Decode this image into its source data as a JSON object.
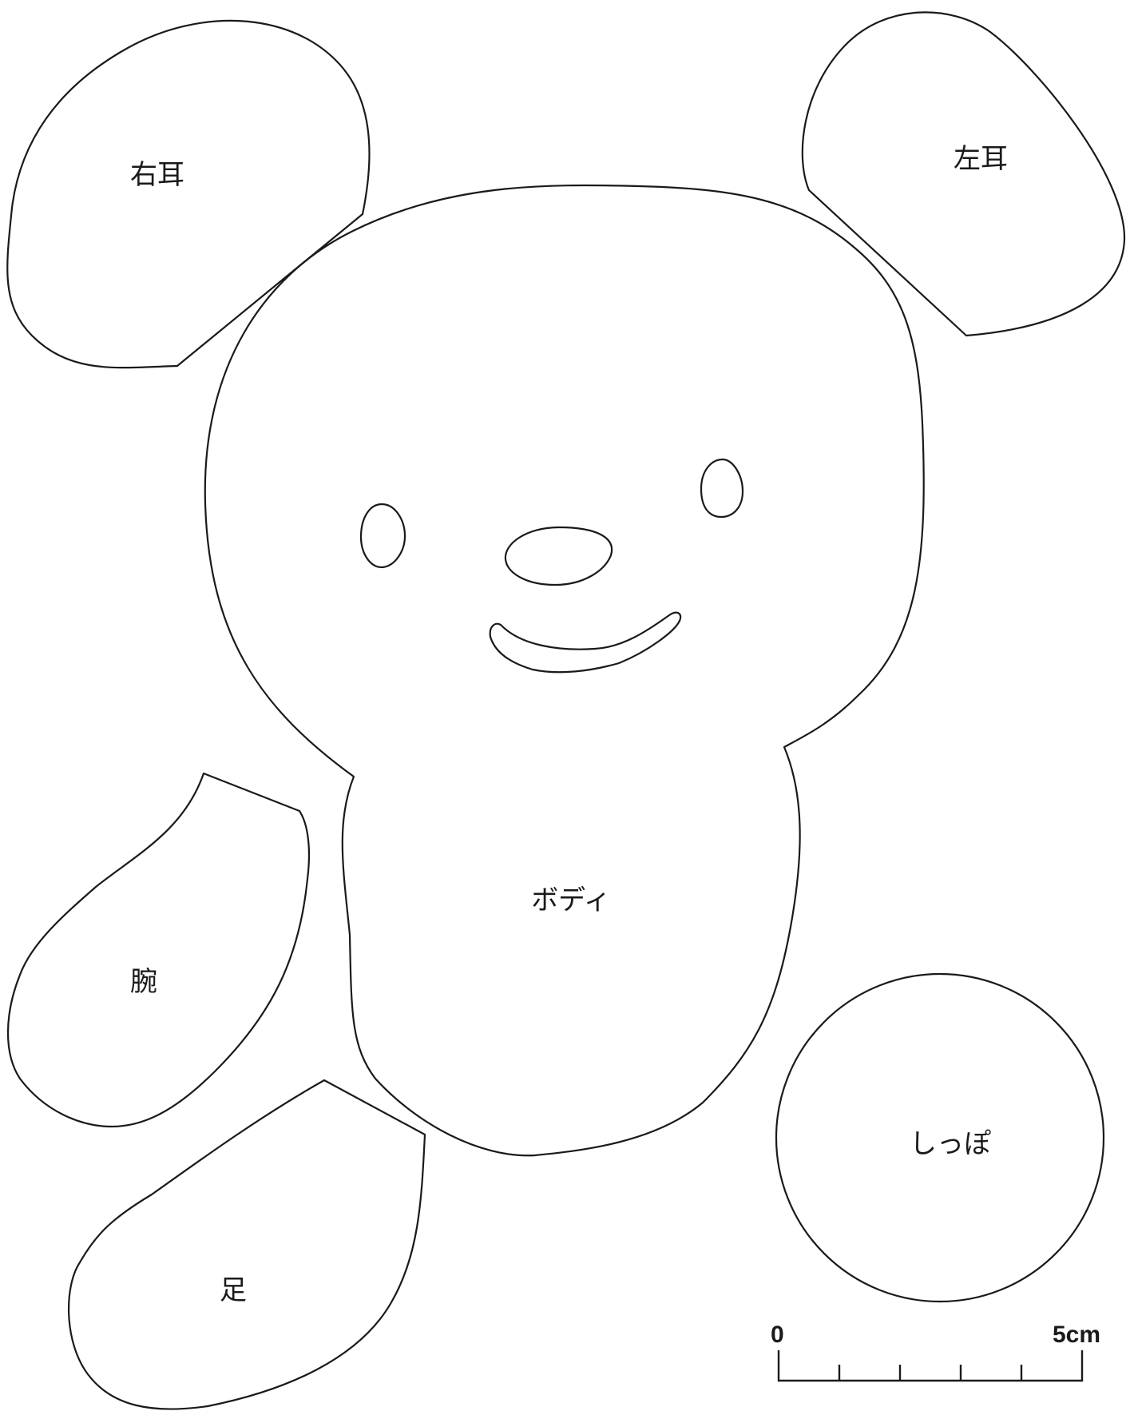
{
  "pieces": {
    "right_ear": "右耳",
    "left_ear": "左耳",
    "body": "ボディ",
    "arm": "腕",
    "tail": "しっぽ",
    "foot": "足"
  },
  "scale": {
    "start_label": "0",
    "end_label": "5cm",
    "length_cm": 5
  }
}
